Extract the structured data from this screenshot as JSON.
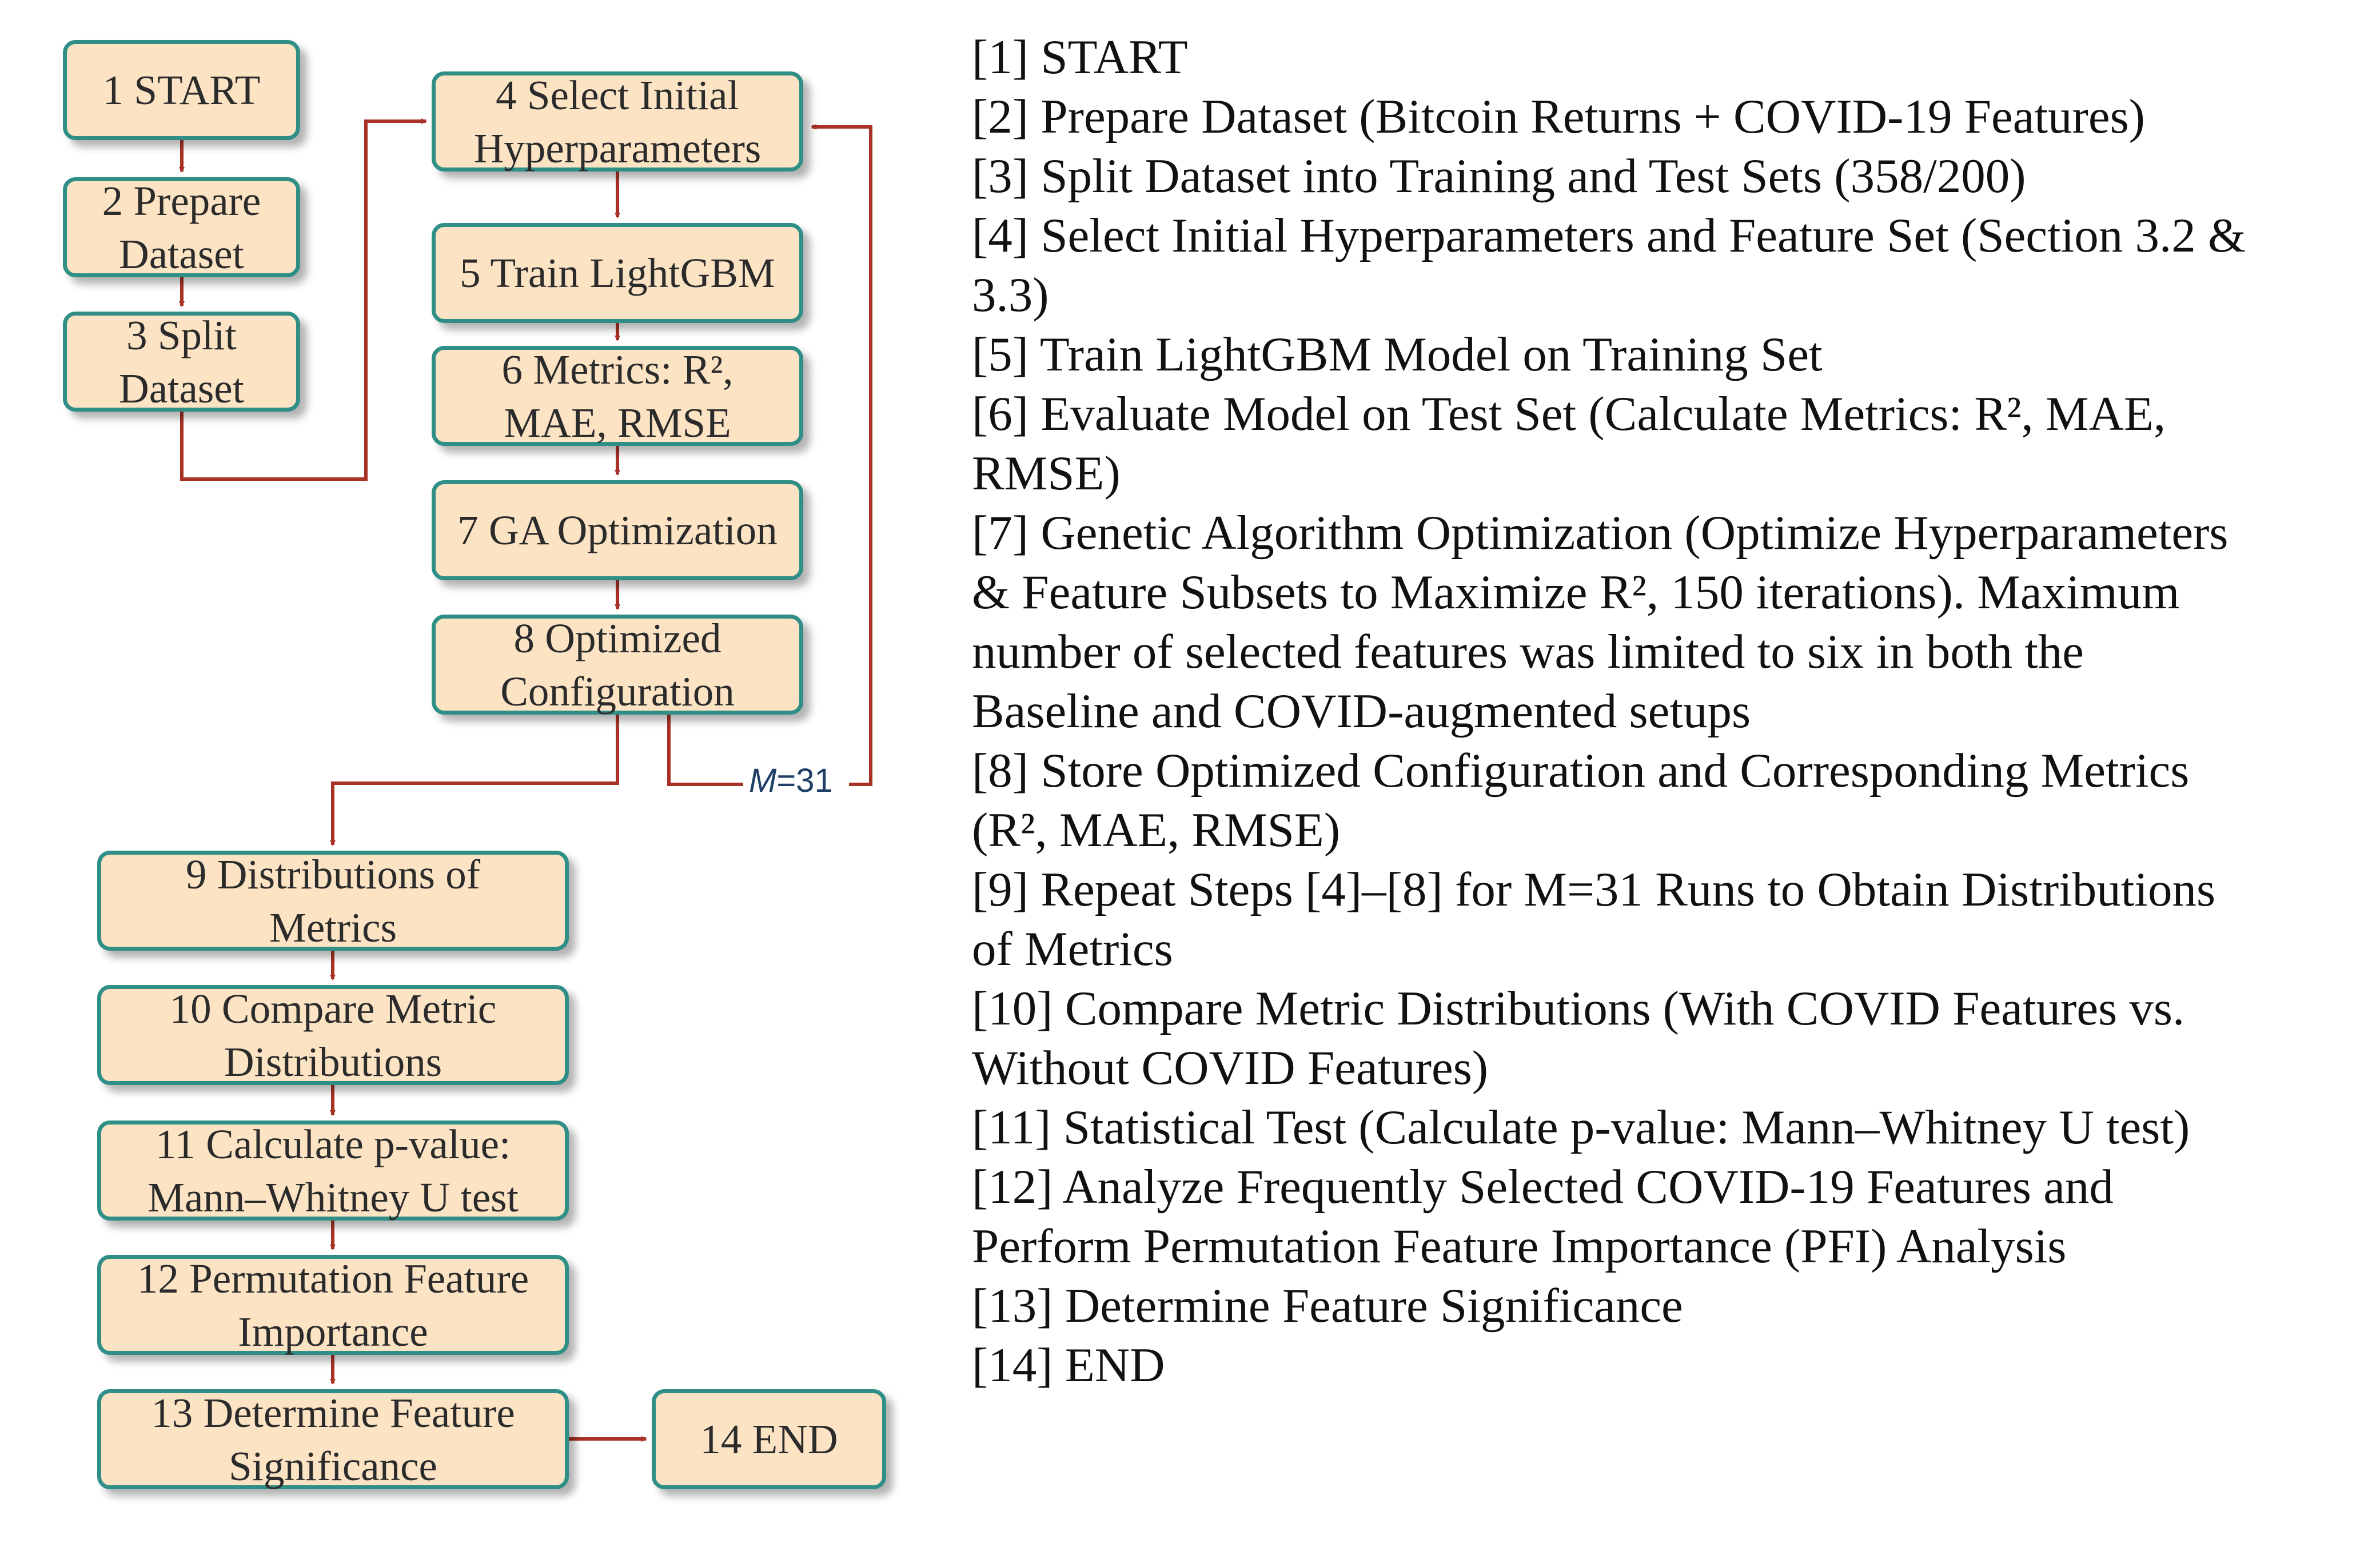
{
  "flowchart": {
    "boxes": [
      {
        "id": 1,
        "lines": [
          "1 START"
        ]
      },
      {
        "id": 2,
        "lines": [
          "2 Prepare",
          "Dataset"
        ]
      },
      {
        "id": 3,
        "lines": [
          "3 Split",
          "Dataset"
        ]
      },
      {
        "id": 4,
        "lines": [
          "4 Select Initial",
          "Hyperparameters"
        ]
      },
      {
        "id": 5,
        "lines": [
          "5 Train LightGBM"
        ]
      },
      {
        "id": 6,
        "lines": [
          "6  Metrics: R², ",
          "MAE, RMSE"
        ]
      },
      {
        "id": 7,
        "lines": [
          "7 GA Optimization"
        ]
      },
      {
        "id": 8,
        "lines": [
          "8 Optimized",
          "Configuration"
        ]
      },
      {
        "id": 9,
        "lines": [
          "9 Distributions of",
          "Metrics"
        ]
      },
      {
        "id": 10,
        "lines": [
          "10 Compare Metric",
          "Distributions"
        ]
      },
      {
        "id": 11,
        "lines": [
          "11 Calculate p-value:",
          "Mann–Whitney U test"
        ]
      },
      {
        "id": 12,
        "lines": [
          "12 Permutation Feature",
          "Importance"
        ]
      },
      {
        "id": 13,
        "lines": [
          "13 Determine Feature",
          "Significance"
        ]
      },
      {
        "id": 14,
        "lines": [
          "14 END"
        ]
      }
    ],
    "loop_label": {
      "var": "M",
      "rest": "=31"
    },
    "colors": {
      "box_fill": "#fbe3c4",
      "box_border": "#2f8f86",
      "arrow": "#a93226",
      "loop_label": "#1f3f66"
    }
  },
  "steps": [
    {
      "lines": [
        "[1] START"
      ]
    },
    {
      "lines": [
        "[2] Prepare Dataset (Bitcoin Returns + COVID-19 Features)"
      ]
    },
    {
      "lines": [
        "[3] Split Dataset into Training and Test Sets (358/200)"
      ]
    },
    {
      "lines": [
        "[4] Select Initial Hyperparameters and Feature Set (Section 3.2 &",
        "3.3)"
      ]
    },
    {
      "lines": [
        "[5] Train LightGBM Model on Training Set"
      ]
    },
    {
      "lines": [
        "[6] Evaluate Model on Test Set (Calculate Metrics: R², MAE,",
        "RMSE)"
      ]
    },
    {
      "lines": [
        "[7] Genetic Algorithm Optimization (Optimize Hyperparameters",
        "& Feature Subsets to Maximize R², 150 iterations). Maximum",
        "number of selected features was limited to six in both the",
        "Baseline and COVID-augmented setups"
      ]
    },
    {
      "lines": [
        "[8] Store Optimized Configuration and Corresponding Metrics",
        "(R², MAE, RMSE)"
      ]
    },
    {
      "lines": [
        "[9] Repeat Steps [4]–[8] for M=31 Runs to Obtain Distributions",
        "of Metrics"
      ]
    },
    {
      "lines": [
        "[10] Compare Metric Distributions (With COVID Features vs.",
        "Without COVID Features)"
      ]
    },
    {
      "lines": [
        "[11] Statistical Test (Calculate p-value: Mann–Whitney U test)"
      ]
    },
    {
      "lines": [
        "[12] Analyze Frequently Selected COVID-19 Features and",
        "Perform Permutation Feature Importance (PFI) Analysis"
      ]
    },
    {
      "lines": [
        "[13] Determine Feature Significance"
      ]
    },
    {
      "lines": [
        "[14] END"
      ]
    }
  ]
}
